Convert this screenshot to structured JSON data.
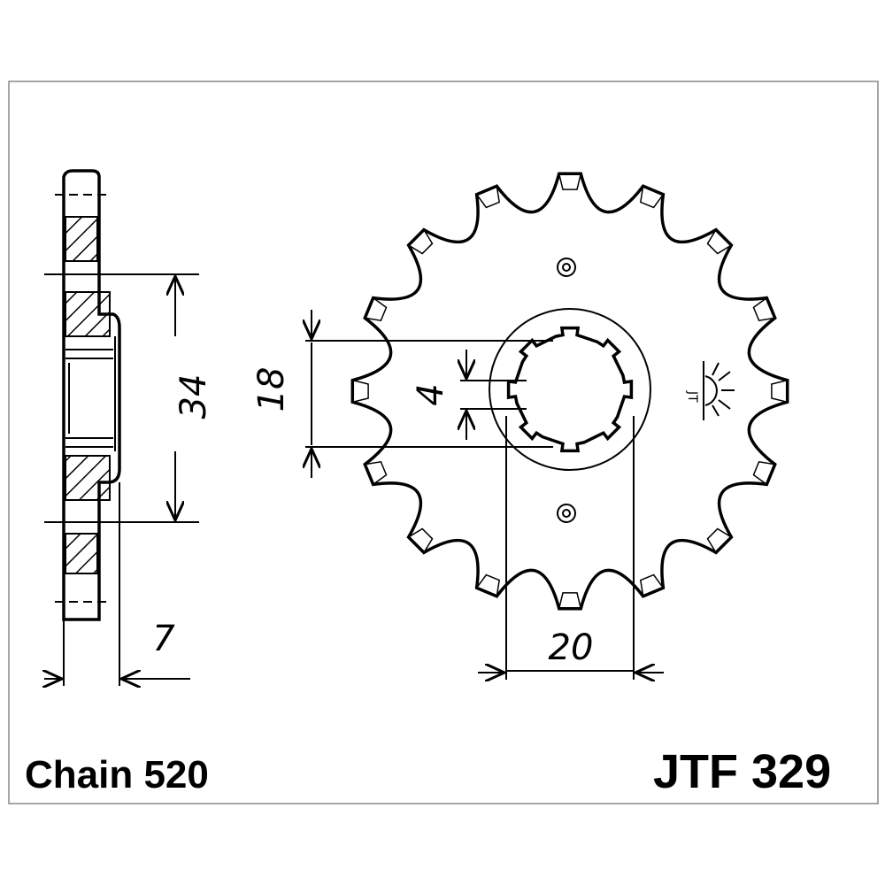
{
  "labels": {
    "chain": "Chain 520",
    "part_number": "JTF 329"
  },
  "dimensions": {
    "side_bore": "34",
    "width": "7",
    "spline_outer": "18",
    "spline_key": "4",
    "across": "20"
  },
  "sprocket": {
    "teeth": 16
  },
  "colors": {
    "line": "#000000",
    "background": "#ffffff",
    "border": "#888888"
  }
}
